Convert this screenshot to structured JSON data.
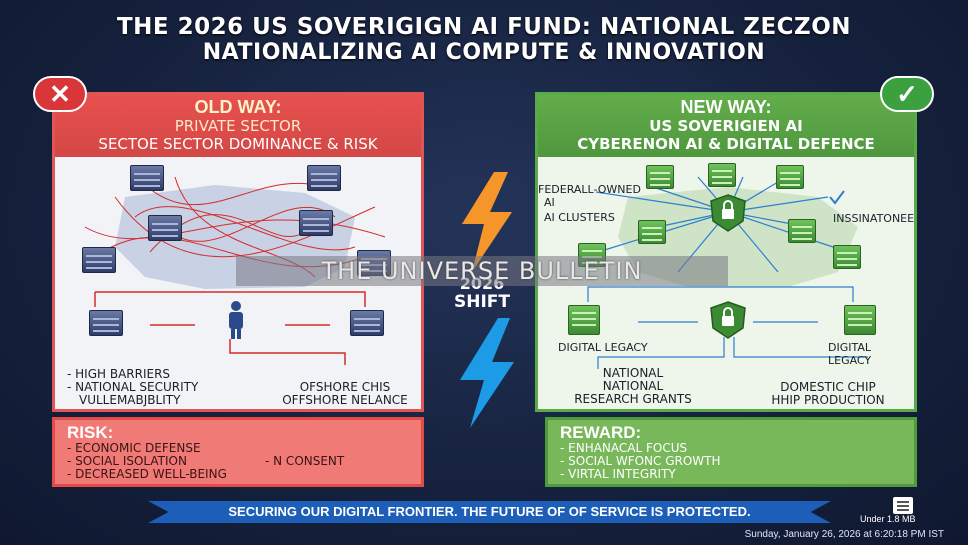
{
  "header": {
    "title_line1": "THE 2026 US SOVERIGIGN AI FUND: NATIONAL ZECZON",
    "title_line2": "NATIONALIZING AI COMPUTE & INNOVATION"
  },
  "badges": {
    "old_icon": "cross-icon",
    "new_icon": "check-icon",
    "old_glyph": "✕",
    "new_glyph": "✓"
  },
  "old_way": {
    "line1": "OLD WAY:",
    "line2": "PRIVATE SECTOR",
    "line3": "SECTOE SECTOR DOMINANCE & RISK",
    "bullets": [
      "- HIGH BARRIERS",
      "- NATIONAL SECURITY",
      "VULLEMABJBLITY"
    ],
    "right_note": [
      "OFSHORE CHIS",
      "OFFSHORE NELANCE"
    ]
  },
  "new_way": {
    "line1": "NEW WAY:",
    "line2": "US SOVERIGIEN AI",
    "line3": "CYBERENON AI & DIGITAL DEFENCE",
    "label_federal": [
      "FEDERALL-OWNED",
      "AI"
    ],
    "label_clusters": "AI CLUSTERS",
    "label_insignatonee": "INSSINATONEE",
    "label_legacy_left": "DIGITAL LEGACY",
    "label_legacy_right": "DIGITAL LEGACY",
    "label_research": [
      "NATIONAL",
      "NATIONAL",
      "RESEARCH GRANTS"
    ],
    "label_domestic": [
      "DOMESTIC CHIP",
      "HHIP PRODUCTION"
    ]
  },
  "center": {
    "year": "2026",
    "word": "SHIFT"
  },
  "watermark": "THE UNIVERSE BULLETIN",
  "risk": {
    "heading": "RISK:",
    "lines": [
      "- ECONOMIC DEFENSE",
      "- SOCIAL ISOLATION",
      "- DECREASED WELL-BEING"
    ],
    "side_note": "- N CONSENT"
  },
  "reward": {
    "heading": "REWARD:",
    "lines": [
      "- ENHANACAL FOCUS",
      "- SOCIAL WFONC GROWTH",
      "- VIRTAL INTEGRITY"
    ]
  },
  "banner": "SECURING OUR DIGITAL FRONTIER. THE FUTURE OF OF SERVICE IS PROTECTED.",
  "footer": {
    "size_note": "Under 1.8 MB",
    "timestamp": "Sunday, January 26, 2026 at 6:20:18 PM IST"
  },
  "colors": {
    "old_accent": "#e05555",
    "new_accent": "#5aaa48",
    "bolt_top": "#f5962a",
    "bolt_bottom": "#1e9be6",
    "ribbon": "#1d5fb8"
  }
}
